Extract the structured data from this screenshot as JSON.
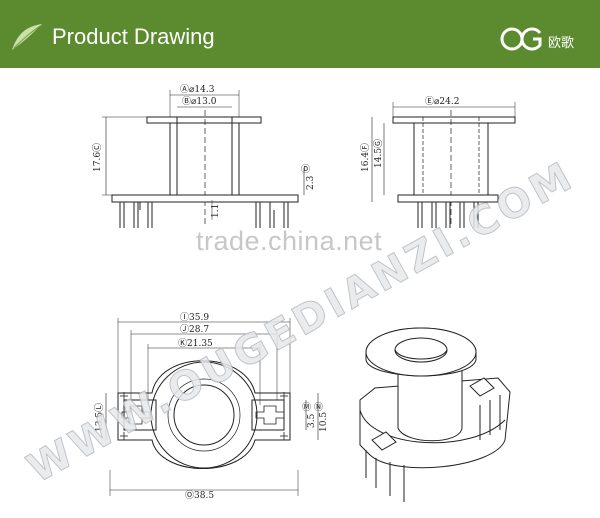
{
  "header": {
    "title": "Product Drawing",
    "logo_text": "OG",
    "logo_cn": "欧歌",
    "bg_color": "#5c8a2f"
  },
  "watermarks": {
    "site": "WWW.OUGEDIANZI.COM",
    "trade": "trade.china.net"
  },
  "dimensions": {
    "a": "Ⓐ⌀14.3",
    "b": "Ⓑ⌀13.0",
    "c": "17.6Ⓒ",
    "d": "Ⓓ",
    "d_val": "2.3",
    "f_small": "1.1",
    "e": "Ⓔ⌀24.2",
    "f": "16.4Ⓕ",
    "g": "14.5Ⓖ",
    "i": "Ⓘ35.9",
    "j": "Ⓙ28.7",
    "k": "Ⓚ21.35",
    "l": "13.5Ⓛ",
    "m": "Ⓜ",
    "m_val": "3.5",
    "n": "Ⓝ",
    "n_val": "10.5",
    "o": "Ⓞ38.5"
  }
}
